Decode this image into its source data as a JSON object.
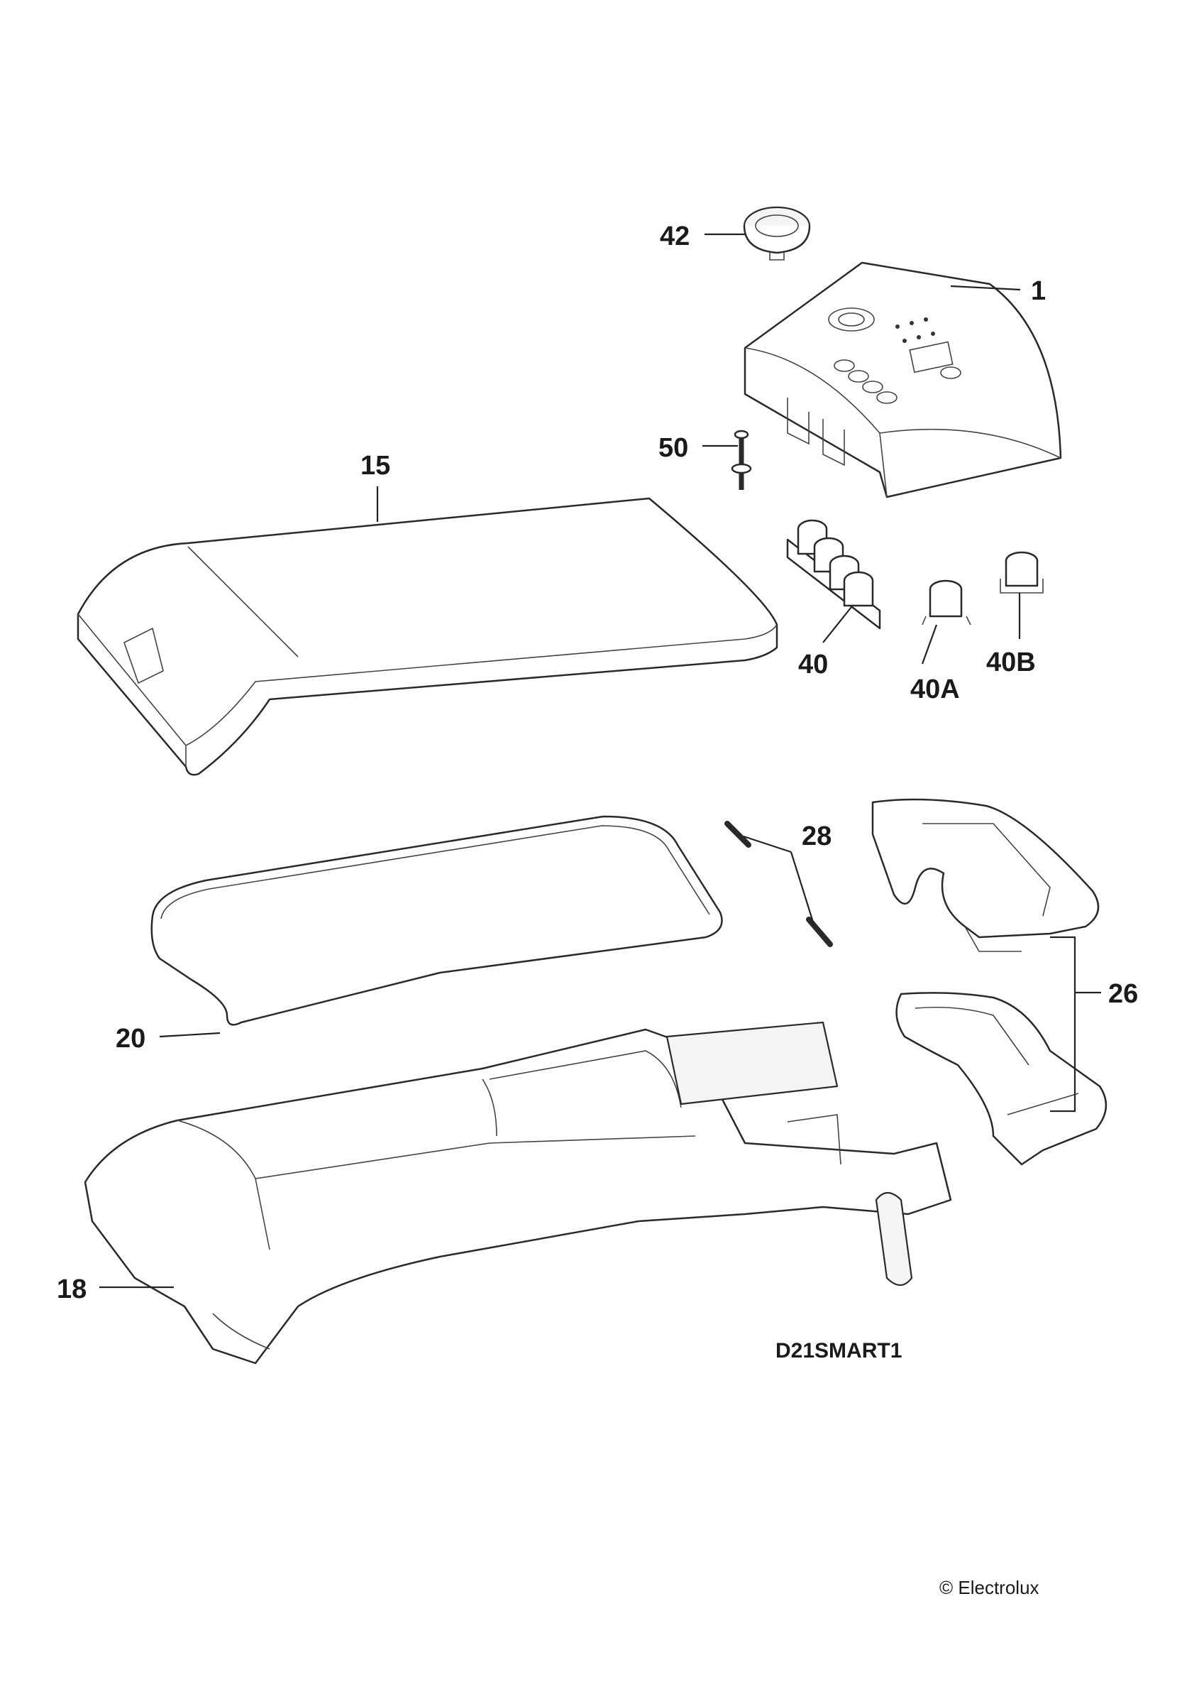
{
  "labels": {
    "p42": "42",
    "p1": "1",
    "p50": "50",
    "p15": "15",
    "p40": "40",
    "p40a": "40A",
    "p40b": "40B",
    "p28": "28",
    "p26": "26",
    "p20": "20",
    "p18": "18"
  },
  "drawing_code": "D21SMART1",
  "copyright": "© Electrolux"
}
